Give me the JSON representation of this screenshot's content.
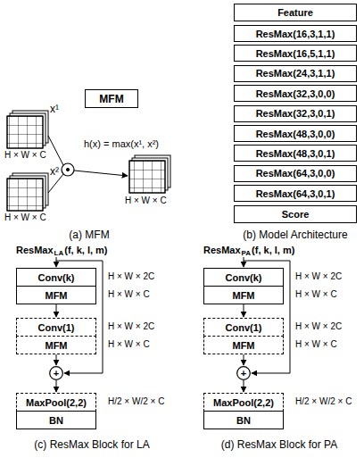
{
  "diagram": {
    "nodes": [
      {
        "text": [
          "MFM"
        ]
      },
      {
        "text": [
          "Feature"
        ]
      },
      {
        "text": [
          "ResMax(16,3,1,1)"
        ]
      },
      {
        "text": [
          "ResMax(16,5,1,1)"
        ]
      },
      {
        "text": [
          "ResMax(24,3,1,1)"
        ]
      },
      {
        "text": [
          "ResMax(32,3,0,0)"
        ]
      },
      {
        "text": [
          "ResMax(32,3,0,1)"
        ]
      },
      {
        "text": [
          "ResMax(48,3,0,0)"
        ]
      },
      {
        "text": [
          "ResMax(48,3,0,1)"
        ]
      },
      {
        "text": [
          "ResMax(64,3,0,0)"
        ]
      },
      {
        "text": [
          "ResMax(64,3,0,1)"
        ]
      },
      {
        "text": [
          "Score"
        ]
      },
      {
        "text": [
          "Conv(k)"
        ]
      },
      {
        "text": [
          "MFM"
        ]
      },
      {
        "text": [
          "Conv(1)"
        ]
      },
      {
        "text": [
          "MFM"
        ]
      },
      {
        "text": [
          "+"
        ]
      },
      {
        "text": [
          "MaxPool(2,2)"
        ]
      },
      {
        "text": [
          "BN"
        ]
      },
      {
        "text": [
          "Conv(k)"
        ]
      },
      {
        "text": [
          "MFM"
        ]
      },
      {
        "text": [
          "Conv(1)"
        ]
      },
      {
        "text": [
          "MFM"
        ]
      },
      {
        "text": [
          "+"
        ]
      },
      {
        "text": [
          "MaxPool(2,2)"
        ]
      },
      {
        "text": [
          "BN"
        ]
      }
    ],
    "edges": [
      {
        "from": 13,
        "to": 14,
        "arrow": "to"
      },
      {
        "from": 15,
        "to": 16,
        "arrow": "to"
      },
      {
        "from": 16,
        "to": 17,
        "arrow": "to"
      },
      {
        "from": 20,
        "to": 21,
        "arrow": "to"
      },
      {
        "from": 22,
        "to": 23,
        "arrow": "to"
      },
      {
        "from": 23,
        "to": 24,
        "arrow": "to"
      }
    ],
    "labels": [
      "x¹",
      "x²",
      "h(x) = max(x¹, x²)",
      "H × W × C",
      "H × W × C",
      "H × W × C",
      "(a) MFM",
      "(b) Model Architecture",
      "ResMax",
      "LA",
      "(f, k, l, m)",
      "H × W × 2C",
      "H × W × C",
      "H × W × 2C",
      "H × W × C",
      "H/2 × W/2 × C",
      "(c) ResMax Block for LA",
      "ResMax",
      "PA",
      "(f, k, l, m)",
      "H × W × 2C",
      "H × W × C",
      "H × W × 2C",
      "H × W × C",
      "H/2 × W/2 × C",
      "(d) ResMax Block for PA"
    ]
  }
}
